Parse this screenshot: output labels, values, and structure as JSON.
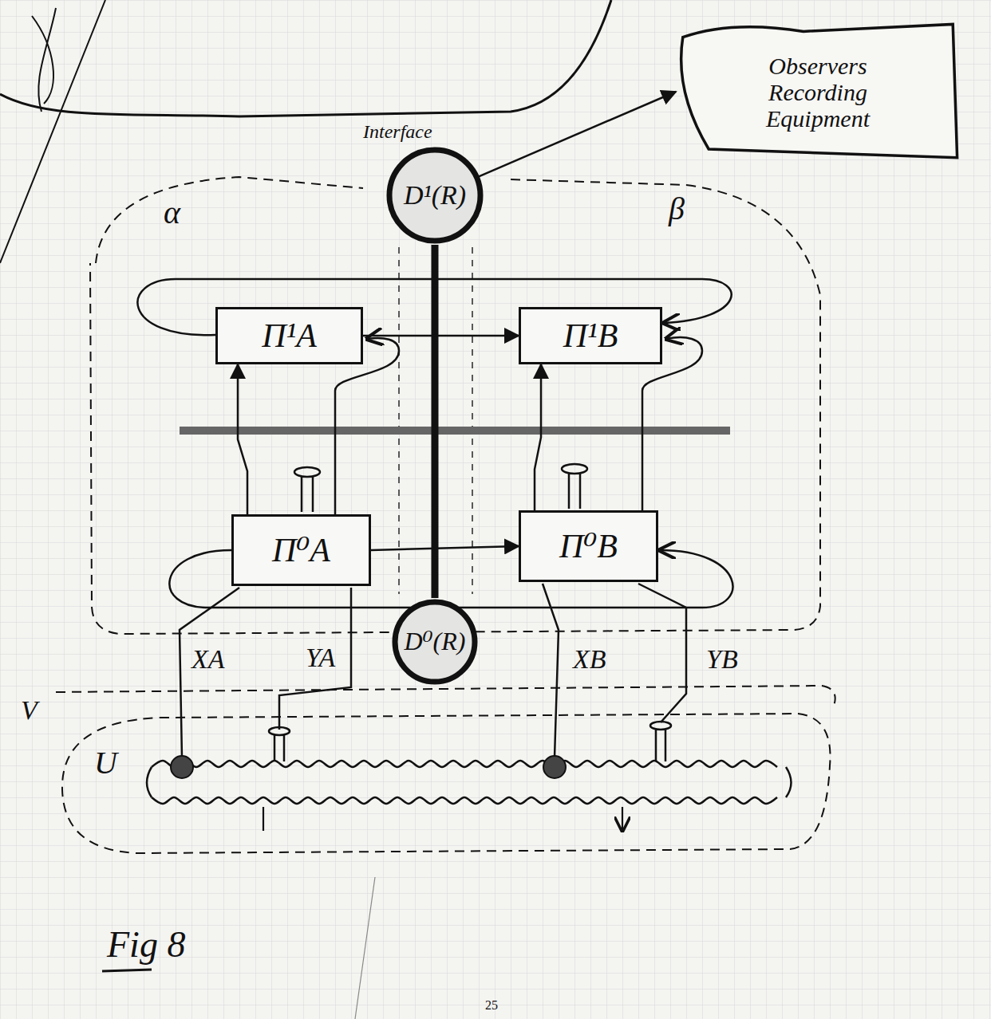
{
  "diagram": {
    "caption": "Fig 8",
    "nodes": [
      {
        "text": [
          "Observers Recording Equipment"
        ]
      },
      {
        "text": [
          "D¹(R)"
        ]
      },
      {
        "text": [
          "Π¹A"
        ]
      },
      {
        "text": [
          "Π¹B"
        ]
      },
      {
        "text": [
          "Π⁰A"
        ]
      },
      {
        "text": [
          "Π⁰B"
        ]
      },
      {
        "text": [
          "D⁰(R)"
        ]
      }
    ],
    "edges": [
      {
        "from": 1,
        "to": 0,
        "arrow": "to"
      },
      {
        "from": 1,
        "to": 6,
        "arrow": "none"
      },
      {
        "from": 2,
        "to": 3,
        "arrow": "to"
      },
      {
        "from": 4,
        "to": 5,
        "arrow": "to"
      },
      {
        "from": 4,
        "to": 2,
        "arrow": "to"
      },
      {
        "from": 5,
        "to": 3,
        "arrow": "to"
      }
    ],
    "labels": [
      "Interface",
      "α",
      "β",
      "XA",
      "YA",
      "XB",
      "YB",
      "V",
      "U",
      "25"
    ]
  }
}
